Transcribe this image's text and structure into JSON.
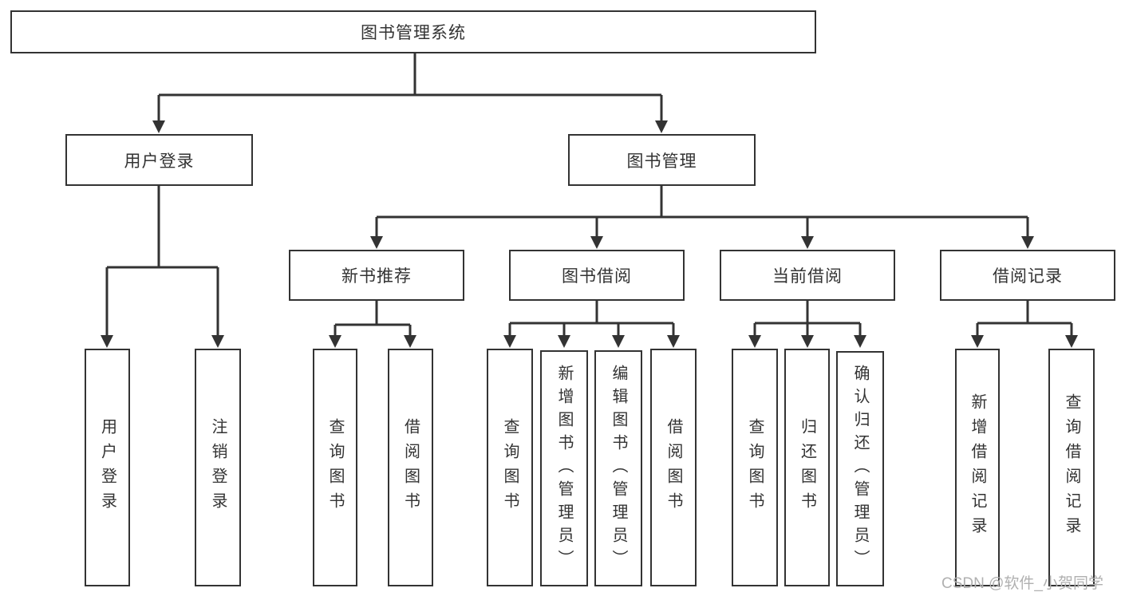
{
  "nodes": {
    "root": "图书管理系统",
    "l2": [
      "用户登录",
      "图书管理"
    ],
    "l3": [
      "新书推荐",
      "图书借阅",
      "当前借阅",
      "借阅记录"
    ],
    "leaves_login": [
      "用户登录",
      "注销登录"
    ],
    "leaves_recommend": [
      "查询图书",
      "借阅图书"
    ],
    "leaves_borrow": [
      "查询图书",
      "新增图书（管理员）",
      "编辑图书（管理员）",
      "借阅图书"
    ],
    "leaves_current": [
      "查询图书",
      "归还图书",
      "确认归还（管理员）"
    ],
    "leaves_records": [
      "新增借阅记录",
      "查询借阅记录"
    ]
  },
  "colors": {
    "line": "#333333",
    "watermark": "#b0b0b0"
  },
  "watermark": {
    "text": "CSDN @软件_小贺同学"
  }
}
